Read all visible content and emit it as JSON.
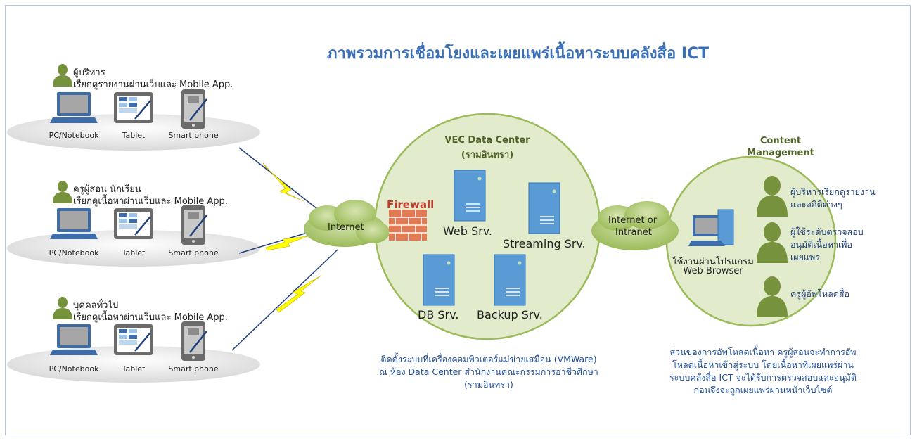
{
  "title": "ภาพรวมการเชื่อมโยงและเผยแพร่เนื้อหาระบบคลังสื่อ ICT",
  "user_groups": [
    {
      "line1": "ผู้บริหาร",
      "line2": "เรียกดูรายงานผ่านเว็บและ Mobile App."
    },
    {
      "line1": "ครูผู้สอน นักเรียน",
      "line2": "เรียกดูเนื้อหาผ่านเว็บและ Mobile App."
    },
    {
      "line1": "บุคคลทั่วไป",
      "line2": "เรียกดูเนื้อหาผ่านเว็บและ Mobile App."
    }
  ],
  "devices": [
    "PC/Notebook",
    "Tablet",
    "Smart phone"
  ],
  "internet_label": "Internet",
  "firewall_label": "Firewall",
  "data_center": {
    "title": "VEC Data Center",
    "subtitle": "(รามอินทรา)",
    "servers": [
      "Web Srv.",
      "Streaming Srv.",
      "DB Srv.",
      "Backup Srv."
    ],
    "caption_lines": [
      "ติดตั้งระบบที่เครื่องคอมพิวเตอร์แม่ข่ายเสมือน (VMWare)",
      "ณ ห้อง Data Center สำนักงานคณะกรรมการอาชีวศึกษา",
      "(รามอินทรา)"
    ]
  },
  "intranet_label_1": "Internet or",
  "intranet_label_2": "Intranet",
  "browser_label_1": "ใช้งานผ่านโปรแกรม",
  "browser_label_2": "Web Browser",
  "content_mgmt": {
    "title_1": "Content",
    "title_2": "Management",
    "roles": [
      [
        "ผู้บริหารเรียกดูรายงาน",
        "และสถิติต่างๆ"
      ],
      [
        "ผู้ใช้ระดับตรวจสอบ",
        "อนุมัติเนื้อหาเพื่อ",
        "เผยแพร่"
      ],
      [
        "ครูผู้อัพโหลดสื่อ"
      ]
    ],
    "caption_lines": [
      "ส่วนของการอัพโหลดเนื้อหา ครูผู้สอนจะทำการอัพ",
      "โหลดเนื้อหาเข้าสู่ระบบ โดยเนื้อหาที่เผยแพร่ผ่าน",
      "ระบบคลังสื่อ ICT จะได้รับการตรวจสอบและอนุมัติ",
      "ก่อนจึงจะถูกเผยแพร่ผ่านหน้าเว็บไซต์"
    ]
  },
  "colors": {
    "title_blue": "#3b6fb6",
    "circle_green": "#e3ebcd",
    "circle_stroke": "#9bbb59",
    "server_blue": "#5b9bd5",
    "person_green": "#76923c",
    "firewall_red": "#c0392b",
    "lightning": "#ffff00"
  }
}
